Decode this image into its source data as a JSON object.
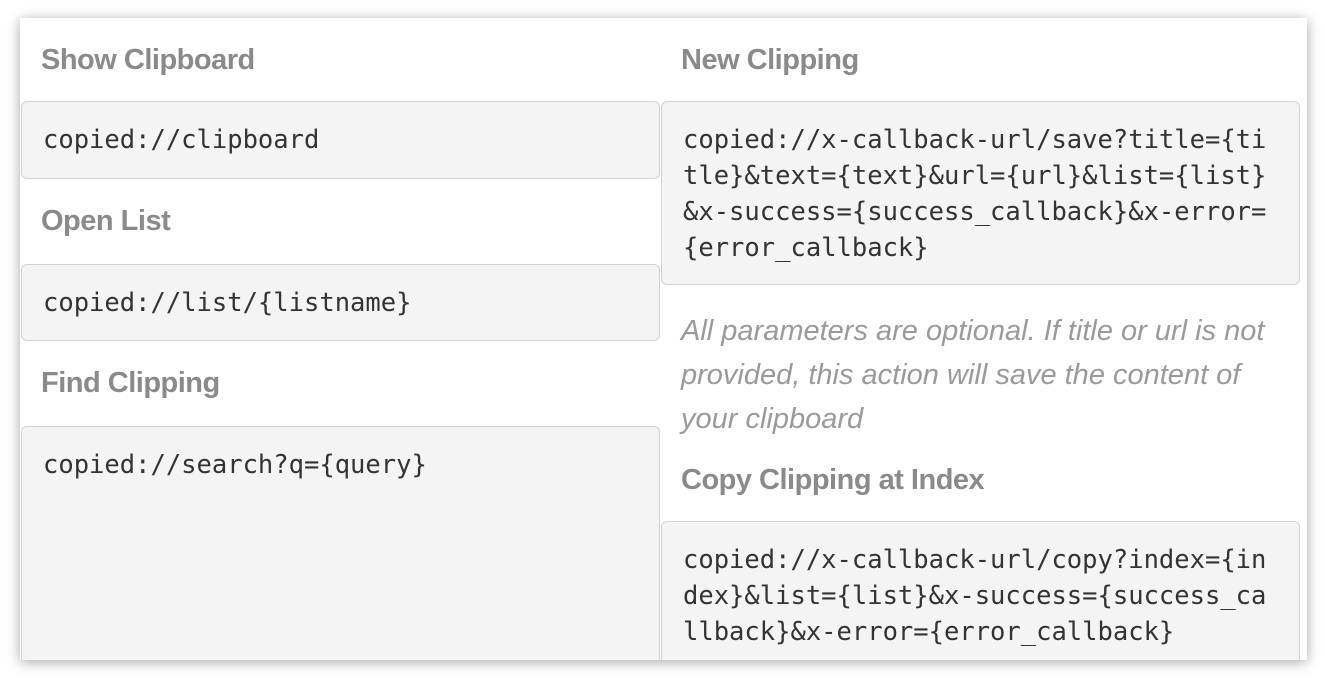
{
  "left": [
    {
      "title": "Show Clipboard",
      "code": "copied://clipboard"
    },
    {
      "title": "Open List",
      "code": "copied://list/{listname}"
    },
    {
      "title": "Find Clipping",
      "code": "copied://search?q={query}"
    }
  ],
  "right": {
    "new_clipping": {
      "title": "New Clipping",
      "code": "copied://x-callback-url/save?title={title}&text={text}&url={url}&list={list}&x-success={success_callback}&x-error={error_callback}"
    },
    "note": "All parameters are optional. If title or url is not provided, this action will save the content of your clipboard",
    "copy_at_index": {
      "title": "Copy Clipping at Index",
      "code": "copied://x-callback-url/copy?index={index}&list={list}&x-success={success_callback}&x-error={error_callback}"
    }
  }
}
